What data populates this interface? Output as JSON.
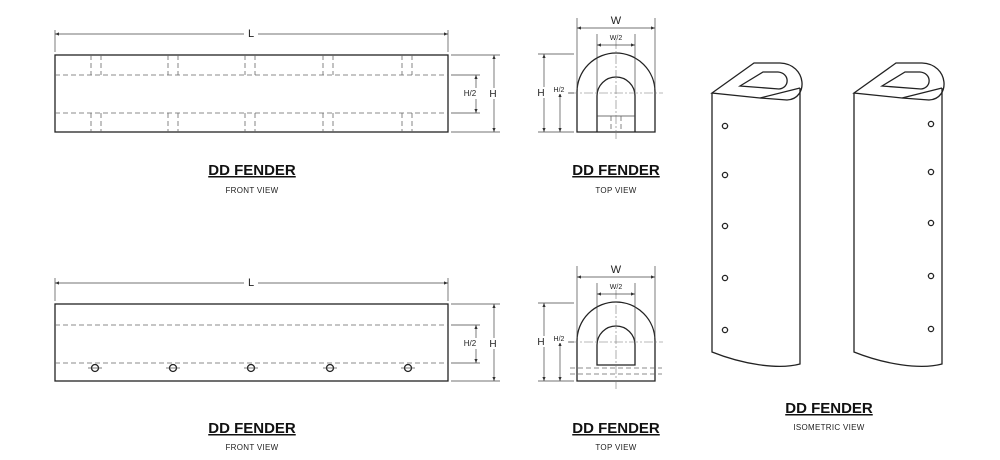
{
  "dimensions": {
    "length": "L",
    "width": "W",
    "half_width": "W/2",
    "height": "H",
    "half_height": "H/2"
  },
  "labels": {
    "top_front": {
      "title": "DD FENDER",
      "subtitle": "FRONT  VIEW"
    },
    "top_top": {
      "title": "DD FENDER",
      "subtitle": "TOP  VIEW"
    },
    "bottom_front": {
      "title": "DD FENDER",
      "subtitle": "FRONT  VIEW"
    },
    "bottom_top": {
      "title": "DD FENDER",
      "subtitle": "TOP  VIEW"
    },
    "isometric": {
      "title": "DD FENDER",
      "subtitle": "ISOMETRIC VIEW"
    }
  }
}
